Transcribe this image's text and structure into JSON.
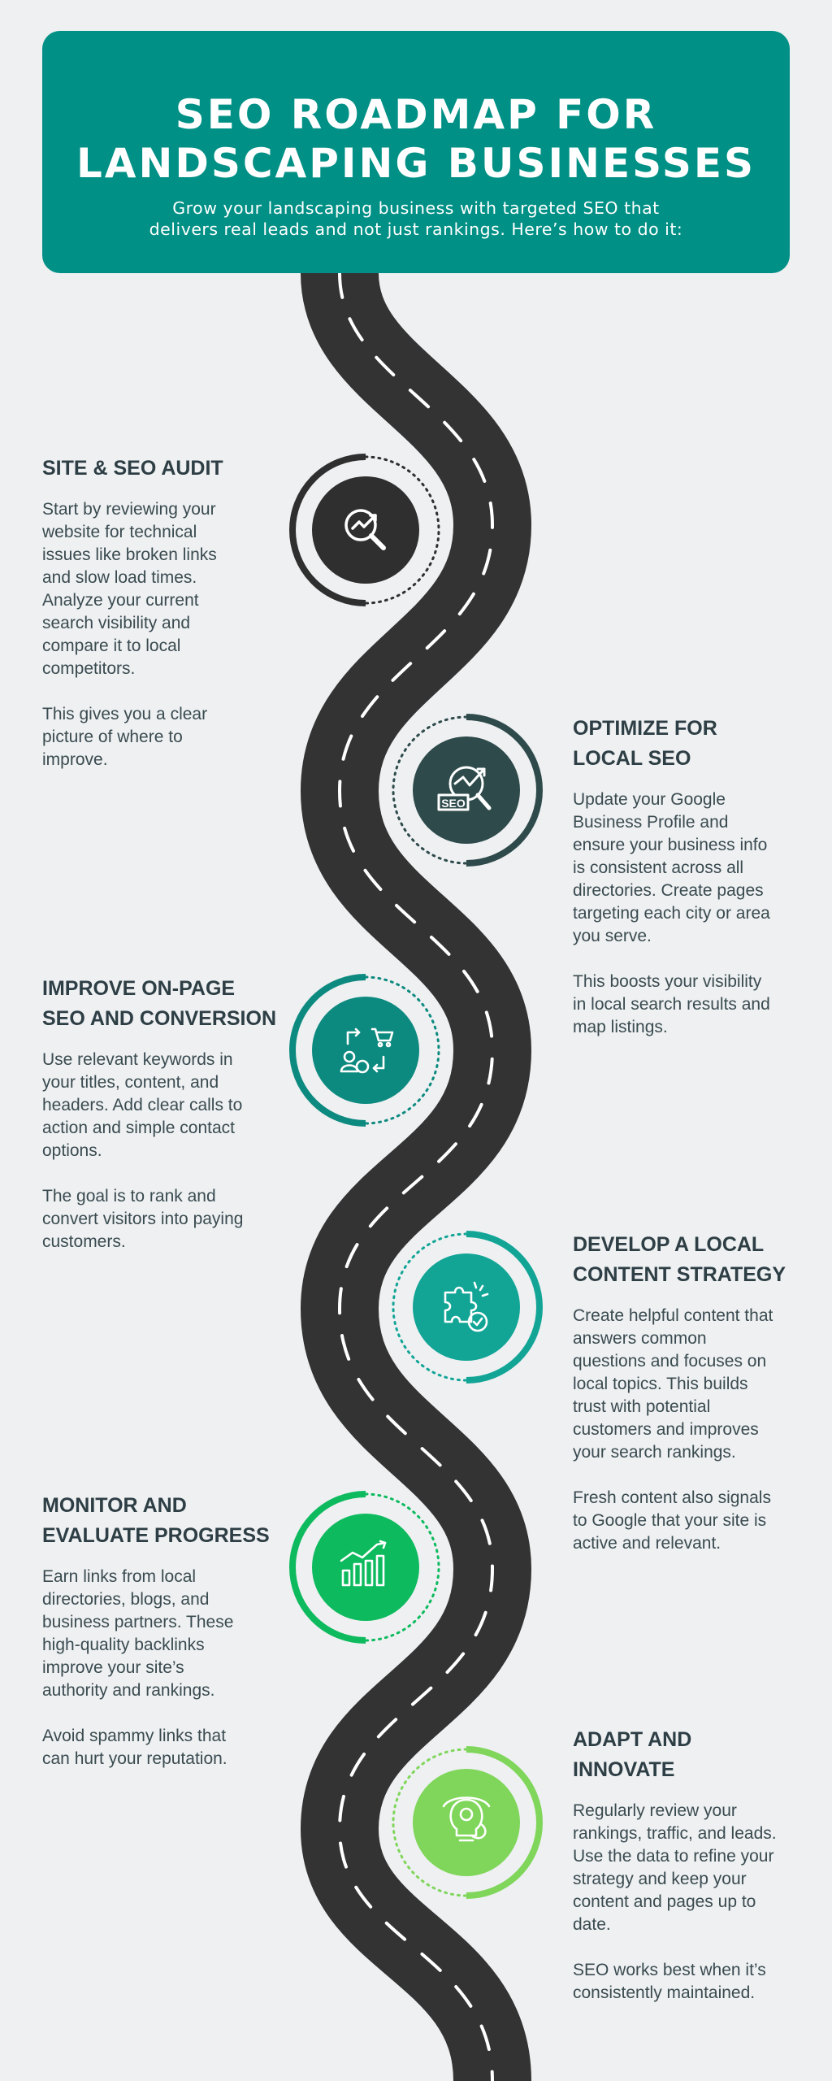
{
  "header": {
    "title_line1": "SEO ROADMAP FOR",
    "title_line2": "LANDSCAPING BUSINESSES",
    "subtitle_line1": "Grow your landscaping business with targeted SEO that",
    "subtitle_line2": "delivers real leads and not just rankings. Here’s how to do it:"
  },
  "colors": {
    "header_bg": "#009085",
    "road": "#333333",
    "text_dark": "#2d3e44",
    "step1": "#2f2f2f",
    "step2": "#2e4a4a",
    "step3": "#0d8a7f",
    "step4": "#12a596",
    "step5": "#0eba5e",
    "step6": "#7fd65a"
  },
  "steps": [
    {
      "icon": "search-analytics-icon",
      "title_lines": [
        "SITE & SEO AUDIT"
      ],
      "para1_lines": [
        "Start by reviewing your",
        "website for technical",
        "issues like broken links",
        "and slow load times.",
        "Analyze your current",
        "search visibility and",
        "compare it to local",
        "competitors."
      ],
      "para2_lines": [
        "This gives you a clear",
        "picture of where to",
        "improve."
      ]
    },
    {
      "icon": "seo-magnifier-icon",
      "icon_text": "SEO",
      "title_lines": [
        "OPTIMIZE FOR",
        "LOCAL SEO"
      ],
      "para1_lines": [
        "Update your Google",
        "Business Profile and",
        "ensure your business info",
        "is consistent across all",
        "directories. Create pages",
        "targeting each city or area",
        "you serve."
      ],
      "para2_lines": [
        "This boosts your visibility",
        "in local search results and",
        "map listings."
      ]
    },
    {
      "icon": "conversion-cycle-icon",
      "title_lines": [
        "IMPROVE ON-PAGE",
        "SEO AND CONVERSION"
      ],
      "para1_lines": [
        "Use relevant keywords in",
        "your titles, content, and",
        "headers. Add clear calls to",
        "action and simple contact",
        "options."
      ],
      "para2_lines": [
        "The goal is to rank and",
        "convert visitors into paying",
        "customers."
      ]
    },
    {
      "icon": "puzzle-idea-icon",
      "title_lines": [
        "DEVELOP A LOCAL",
        "CONTENT STRATEGY"
      ],
      "para1_lines": [
        "Create helpful content that",
        "answers common",
        "questions and focuses on",
        "local topics. This builds",
        "trust with potential",
        "customers and improves",
        "your search rankings."
      ],
      "para2_lines": [
        "Fresh content also signals",
        "to Google that your site is",
        "active and relevant."
      ]
    },
    {
      "icon": "growth-chart-icon",
      "title_lines": [
        "MONITOR AND",
        "EVALUATE PROGRESS"
      ],
      "para1_lines": [
        "Earn links from local",
        "directories, blogs, and",
        "business partners. These",
        "high-quality backlinks",
        "improve your site’s",
        "authority and rankings."
      ],
      "para2_lines": [
        "Avoid spammy links that",
        "can hurt your reputation."
      ]
    },
    {
      "icon": "innovation-bulb-icon",
      "title_lines": [
        "ADAPT AND",
        "INNOVATE"
      ],
      "para1_lines": [
        "Regularly review your",
        "rankings, traffic, and leads.",
        "Use the data to refine your",
        "strategy and keep your",
        "content and pages up to",
        "date."
      ],
      "para2_lines": [
        "SEO works best when it’s",
        "consistently maintained."
      ]
    }
  ]
}
